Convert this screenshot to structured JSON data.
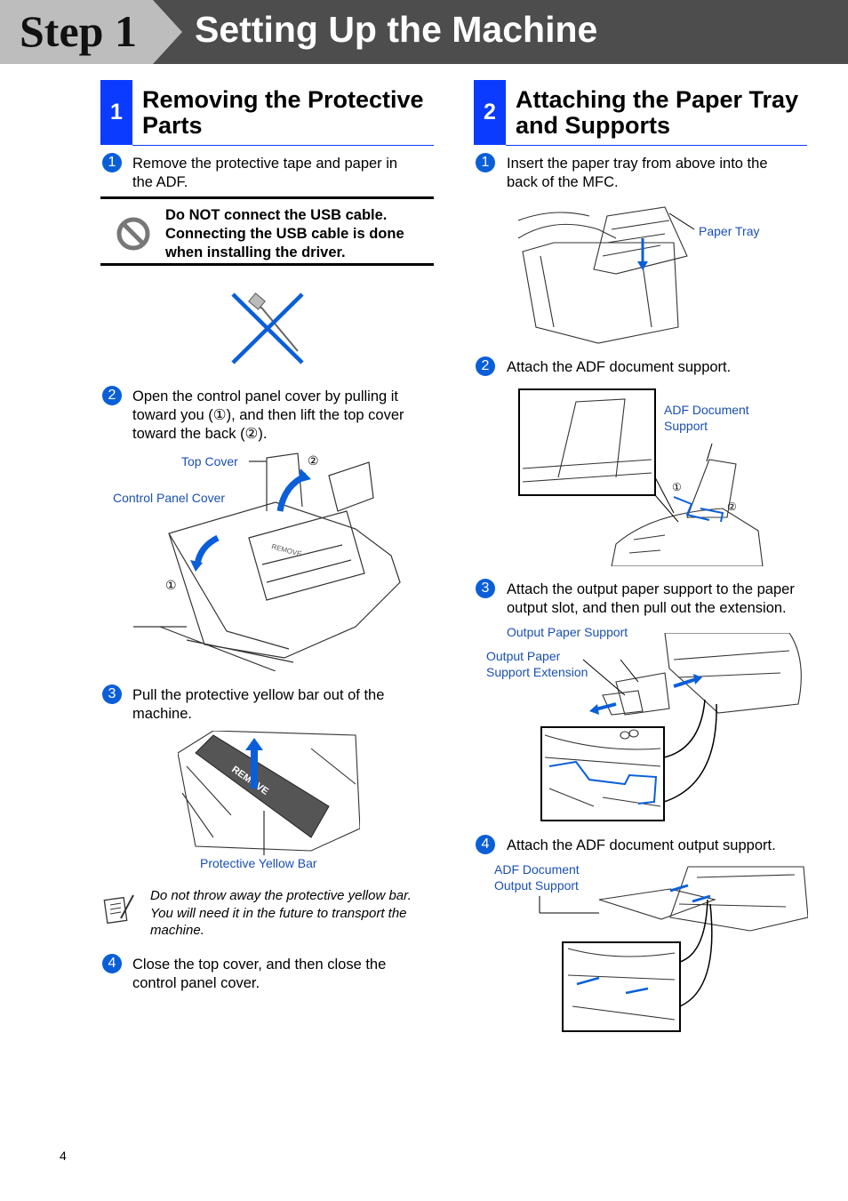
{
  "header": {
    "step": "Step 1",
    "title": "Setting Up the Machine"
  },
  "section1": {
    "number": "1",
    "title_line1": "Removing the Protective",
    "title_line2": "Parts",
    "steps": [
      {
        "num": "1",
        "line1": "Remove the protective tape and paper in",
        "line2": "the ADF."
      },
      {
        "num": "2",
        "line1": "Open the control panel cover by pulling it",
        "line2": "toward you (①), and then lift the top cover",
        "line3": "toward the back (②)."
      },
      {
        "num": "3",
        "line1": "Pull the protective yellow bar out of the",
        "line2": "machine."
      },
      {
        "num": "4",
        "line1": "Close the top cover, and then close the",
        "line2": "control panel cover."
      }
    ],
    "warning": {
      "line1": "Do NOT connect the USB cable.",
      "line2": "Connecting the USB cable is done",
      "line3": "when installing the driver."
    },
    "note": {
      "line1": "Do not throw away the protective yellow bar.",
      "line2": "You will need it in the future to transport the",
      "line3": "machine."
    },
    "labels": {
      "top_cover": "Top Cover",
      "control_panel_cover": "Control Panel Cover",
      "marker1": "①",
      "marker2": "②",
      "protective_yellow_bar": "Protective Yellow Bar"
    },
    "illustration_text": {
      "remove": "REMOVE"
    }
  },
  "section2": {
    "number": "2",
    "title_line1": "Attaching the Paper Tray",
    "title_line2": "and Supports",
    "steps": [
      {
        "num": "1",
        "line1": "Insert the paper tray from above into the",
        "line2": "back of the MFC."
      },
      {
        "num": "2",
        "line1": "Attach the ADF document support."
      },
      {
        "num": "3",
        "line1": "Attach the output paper support to the paper",
        "line2": "output slot, and then pull out the extension."
      },
      {
        "num": "4",
        "line1": "Attach the ADF document output support."
      }
    ],
    "labels": {
      "paper_tray": "Paper Tray",
      "adf_support_line1": "ADF Document",
      "adf_support_line2": "Support",
      "marker1": "①",
      "marker2": "②",
      "output_paper_support": "Output Paper Support",
      "ops_ext_line1": "Output Paper",
      "ops_ext_line2": "Support Extension",
      "adf_output_line1": "ADF Document",
      "adf_output_line2": "Output Support"
    }
  },
  "footer": {
    "page_number": "4"
  },
  "colors": {
    "accent_blue": "#0a3bff",
    "bullet_blue": "#0a5fd9",
    "label_blue": "#1a4fb5",
    "header_gray": "#4d4d4d"
  }
}
